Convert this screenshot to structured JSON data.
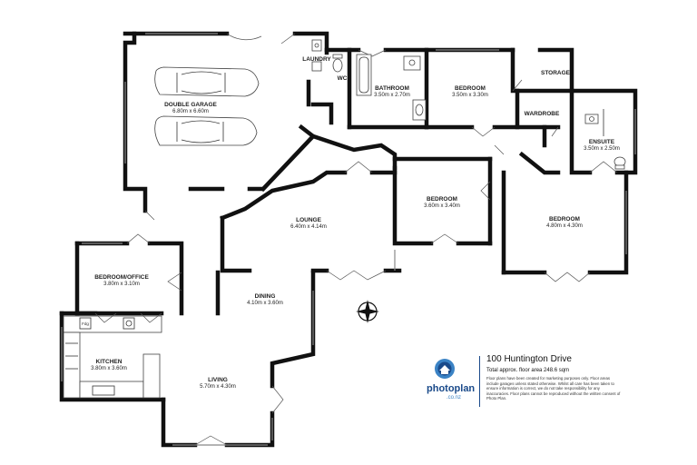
{
  "rooms": {
    "laundry": {
      "name": "LAUNDRY"
    },
    "wc": {
      "name": "WC"
    },
    "double_garage": {
      "name": "DOUBLE GARAGE",
      "dims": "6.80m  x 6.60m"
    },
    "bathroom": {
      "name": "BATHROOM",
      "dims": "3.50m  x 2.70m"
    },
    "bedroom_1": {
      "name": "BEDROOM",
      "dims": "3.50m  x 3.30m"
    },
    "storage": {
      "name": "STORAGE"
    },
    "wardrobe": {
      "name": "WARDROBE"
    },
    "ensuite": {
      "name": "ENSUITE",
      "dims": "3.50m  x 2.50m"
    },
    "bedroom_2": {
      "name": "BEDROOM",
      "dims": "3.60m  x 3.40m"
    },
    "bedroom_3": {
      "name": "BEDROOM",
      "dims": "4.80m  x 4.30m"
    },
    "lounge": {
      "name": "LOUNGE",
      "dims": "6.40m  x 4.14m"
    },
    "bedroom_office": {
      "name": "BEDROOM/OFFICE",
      "dims": "3.80m  x 3.10m"
    },
    "dining": {
      "name": "DINING",
      "dims": "4.10m  x 3.60m"
    },
    "kitchen": {
      "name": "KITCHEN",
      "dims": "3.80m  x 3.60m"
    },
    "living": {
      "name": "LIVING",
      "dims": "5.70m  x 4.30m"
    }
  },
  "appliances": {
    "fridge": "Fdg"
  },
  "info": {
    "logo_text": "photoplan",
    "logo_sub": ".co.nz",
    "address": "100 Huntington Drive",
    "area": "Total approx. floor area 248.6 sqm",
    "disclaimer": "Floor plans have been created for marketing purposes only. Floor areas include garages unless stated otherwise. Whilst all care has been taken to ensure information is correct, we do not take responsibility for any inaccuracies. Floor plans cannot be reproduced without the written consent of Photo Plan."
  },
  "colors": {
    "wall": "#111111",
    "brand_dark": "#1a4a8a",
    "brand_light": "#3b83c5"
  },
  "icons": [
    "compass-rose-icon",
    "car-icon",
    "photoplan-logo-icon"
  ]
}
